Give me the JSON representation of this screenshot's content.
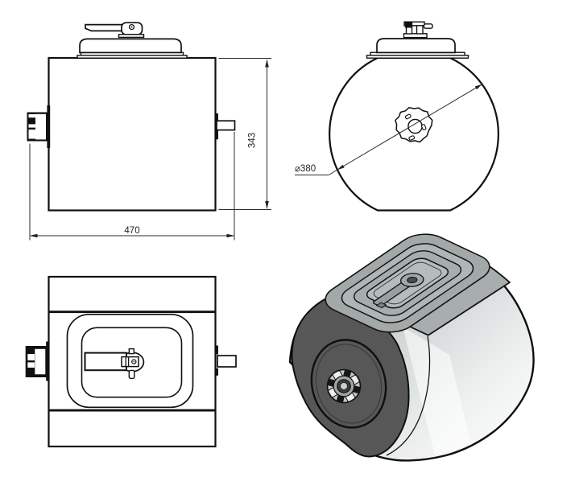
{
  "drawing": {
    "type": "cad-multiview-technical-drawing",
    "background": "#ffffff",
    "line_color": "#111111",
    "dim_text_color": "#23232d",
    "dimensions": {
      "front_height": "343",
      "front_width": "470",
      "side_diameter": "⌀380"
    },
    "iso_colors": {
      "front_face": "#575757",
      "top_panel": "#a8adad",
      "body_shadow": "#b6bbbb",
      "body_light": "#fdfdfd",
      "cap_lid": "#b6bbbb"
    }
  }
}
